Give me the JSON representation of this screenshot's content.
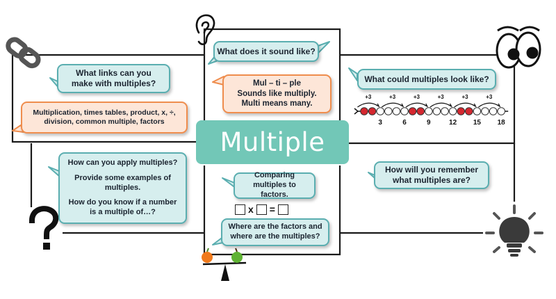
{
  "title": "Multiple",
  "bubbles": {
    "sound_q": "What does it sound like?",
    "sound_a": [
      "Mul – ti – ple",
      "Sounds like multiply.",
      "Multi means many."
    ],
    "links_q": "What links can you make with multiples?",
    "links_a": "Multiplication, times tables, product, x, ÷, division, common multiple, factors",
    "look_q": "What could multiples look like?",
    "apply": [
      "How can you apply multiples?",
      "Provide some examples of multiples.",
      "How do you know if a number is a multiple of…?"
    ],
    "compare": "Comparing multiples to factors.",
    "factors_q": "Where are the factors and where are the multiples?",
    "remember_q": "How will you remember what multiples are?"
  },
  "equation": {
    "times": "x",
    "equals": "="
  },
  "number_line": {
    "step_label": "+3",
    "labels": [
      "3",
      "6",
      "9",
      "12",
      "15",
      "18"
    ],
    "circles": 18,
    "highlight_color": "#d5272f"
  },
  "icons": [
    "chain-link-icon",
    "ear-icon",
    "eyes-icon",
    "question-mark-icon",
    "lightbulb-icon",
    "balance-scale-icon"
  ],
  "colors": {
    "teal_fill": "#d6eeee",
    "teal_border": "#5aaeb0",
    "orange_fill": "#fde6d8",
    "orange_border": "#ef8d4d",
    "title_fill": "#72c7b7"
  }
}
